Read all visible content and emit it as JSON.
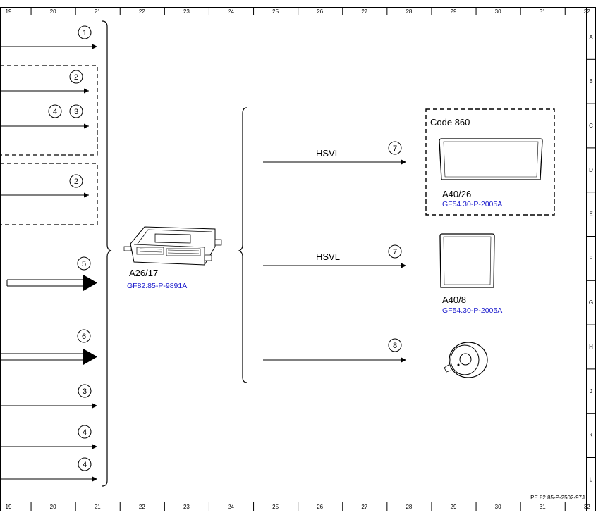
{
  "frame": {
    "columns": [
      "19",
      "20",
      "21",
      "22",
      "23",
      "24",
      "25",
      "26",
      "27",
      "28",
      "29",
      "30",
      "31",
      "32"
    ],
    "rows": [
      "A",
      "B",
      "C",
      "D",
      "E",
      "F",
      "G",
      "H",
      "J",
      "K",
      "L"
    ]
  },
  "drawing_id": "PE 82.85-P-2502-97J",
  "inputs": [
    {
      "callout": "1"
    },
    {
      "callout": "2"
    },
    {
      "callout": "3",
      "callout_extra": "4"
    },
    {
      "callout": "2"
    },
    {
      "callout": "5"
    },
    {
      "callout": "6"
    },
    {
      "callout": "3"
    },
    {
      "callout": "4"
    },
    {
      "callout": "4"
    }
  ],
  "control_unit": {
    "id": "A26/17",
    "ref": "GF82.85-P-9891A"
  },
  "outputs": [
    {
      "signal": "HSVL",
      "callout": "7"
    },
    {
      "signal": "HSVL",
      "callout": "7"
    },
    {
      "signal": "",
      "callout": "8"
    }
  ],
  "components": {
    "display_1": {
      "code": "Code 860",
      "id": "A40/26",
      "ref": "GF54.30-P-2005A"
    },
    "display_2": {
      "id": "A40/8",
      "ref": "GF54.30-P-2005A"
    },
    "speaker": {}
  }
}
